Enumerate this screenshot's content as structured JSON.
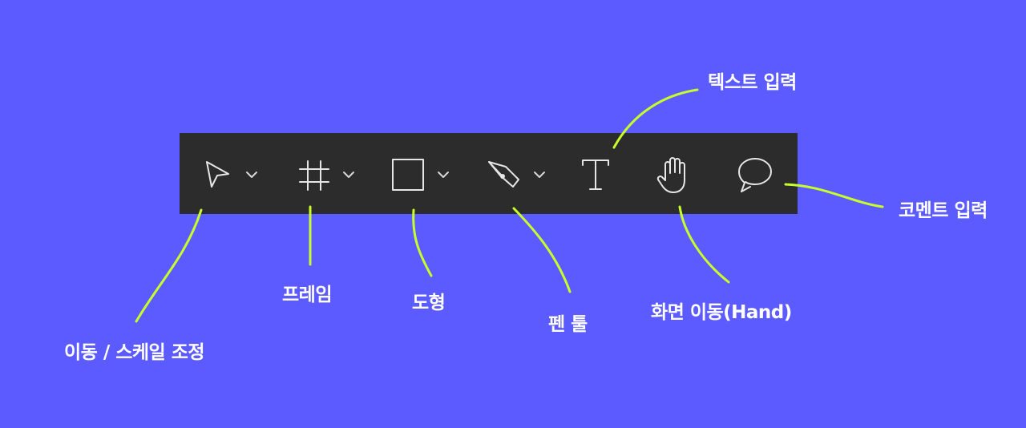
{
  "colors": {
    "background": "#5c5bff",
    "toolbar": "#2c2c2c",
    "icon": "#e6e6e6",
    "connector": "#c8ff2a",
    "label": "#ffffff"
  },
  "toolbar": {
    "tools": [
      {
        "id": "move",
        "icon": "cursor-arrow-icon",
        "has_dropdown": true
      },
      {
        "id": "frame",
        "icon": "frame-hash-icon",
        "has_dropdown": true
      },
      {
        "id": "shape",
        "icon": "rectangle-icon",
        "has_dropdown": true
      },
      {
        "id": "pen",
        "icon": "pen-nib-icon",
        "has_dropdown": true
      },
      {
        "id": "text",
        "icon": "text-T-icon",
        "has_dropdown": false
      },
      {
        "id": "hand",
        "icon": "hand-icon",
        "has_dropdown": false
      },
      {
        "id": "comment",
        "icon": "speech-bubble-icon",
        "has_dropdown": false
      }
    ]
  },
  "callouts": {
    "move": "이동 / 스케일 조정",
    "frame": "프레임",
    "shape": "도형",
    "pen": "펜 툴",
    "text": "텍스트 입력",
    "hand": "화면 이동(Hand)",
    "comment": "코멘트 입력"
  }
}
